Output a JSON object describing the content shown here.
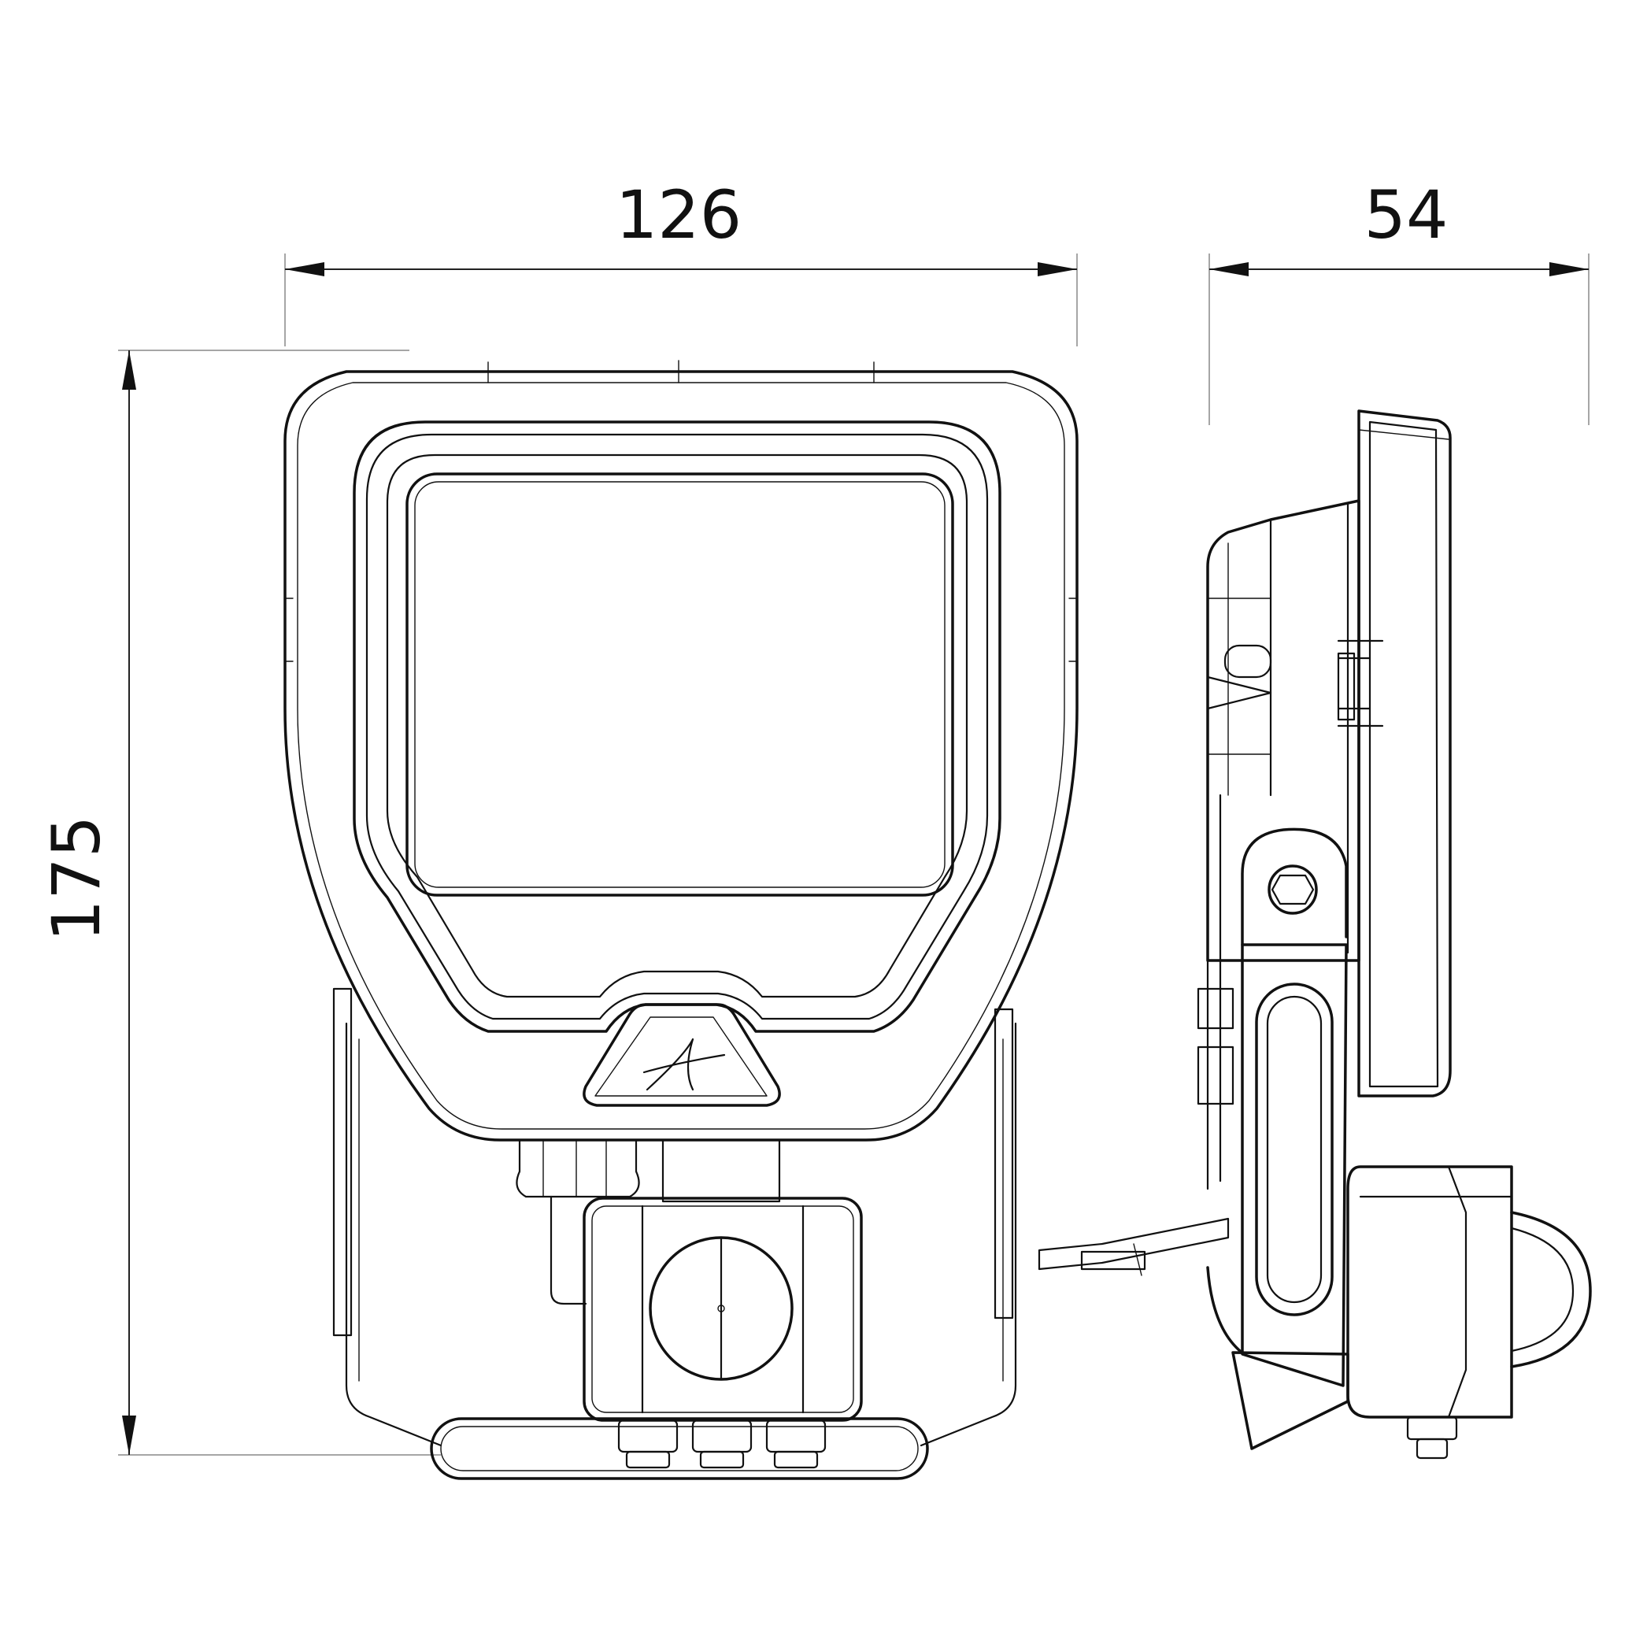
{
  "dimensions": {
    "width": "126",
    "depth": "54",
    "height": "175"
  }
}
